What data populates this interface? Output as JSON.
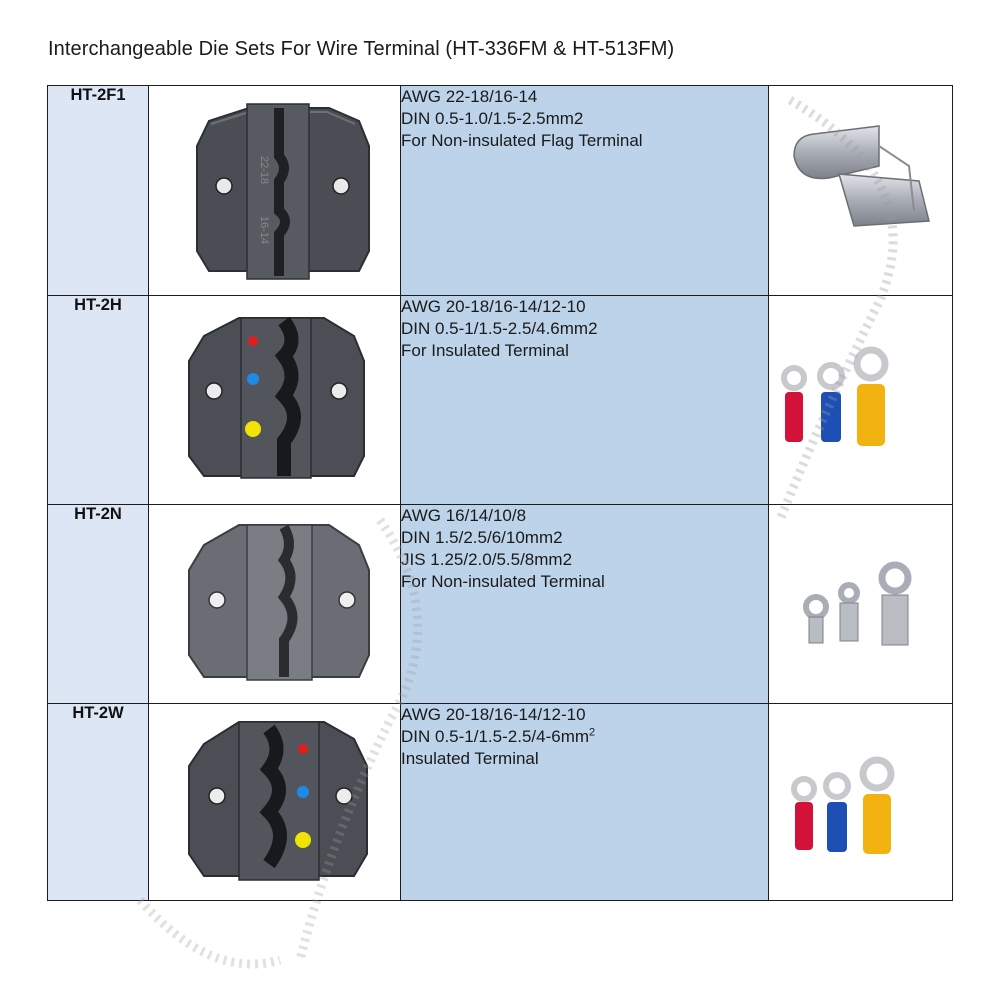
{
  "title": "Interchangeable Die Sets For Wire Terminal (HT-336FM & HT-513FM)",
  "rows": [
    {
      "code": "HT-2F1",
      "lines": [
        "AWG 22-18/16-14",
        "DIN 0.5-1.0/1.5-2.5mm2",
        "For Non-insulated Flag Terminal"
      ],
      "die_icon": "flag-die-icon",
      "terminal_icon": "flag-terminal-icon"
    },
    {
      "code": "HT-2H",
      "lines": [
        "AWG 20-18/16-14/12-10",
        "DIN 0.5-1/1.5-2.5/4.6mm2",
        "For Insulated Terminal"
      ],
      "die_icon": "insulated-die-icon",
      "terminal_icon": "insulated-ring-terminals-icon"
    },
    {
      "code": "HT-2N",
      "lines": [
        "AWG 16/14/10/8",
        "DIN 1.5/2.5/6/10mm2",
        "JIS 1.25/2.0/5.5/8mm2",
        "For Non-insulated Terminal"
      ],
      "die_icon": "non-insulated-die-icon",
      "terminal_icon": "non-insulated-ring-terminals-icon"
    },
    {
      "code": "HT-2W",
      "lines": [
        "AWG 20-18/16-14/12-10",
        "DIN 0.5-1/1.5-2.5/4-6mm",
        "Insulated Terminal"
      ],
      "sup": "2",
      "die_icon": "insulated-die-icon",
      "terminal_icon": "insulated-ring-terminals-icon"
    }
  ],
  "colors": {
    "code_cell": "#dce6f5",
    "spec_cell": "#bdd3ea",
    "marker_red": "#e01e1e",
    "marker_blue": "#1e8ae6",
    "marker_yellow": "#f2e400"
  }
}
